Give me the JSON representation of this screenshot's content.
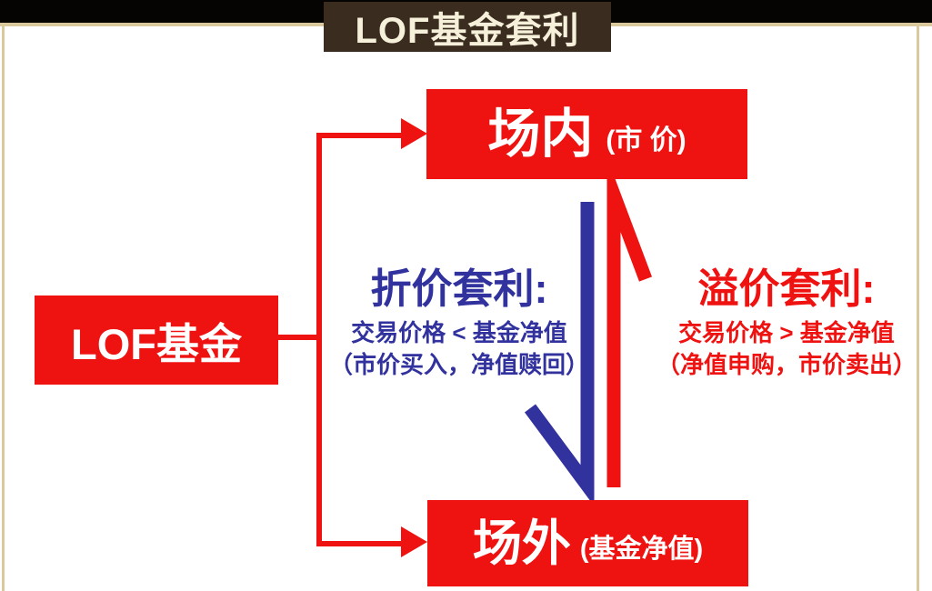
{
  "header": {
    "title": "LOF基金套利",
    "bar_color": "#050403",
    "title_bg": "#3a2c1f",
    "title_color": "#f6efda",
    "frame_line_color": "#d9c99c"
  },
  "nodes": {
    "lof": {
      "label": "LOF基金"
    },
    "onmarket": {
      "label": "场内",
      "sub": "(市 价)"
    },
    "offmarket": {
      "label": "场外",
      "sub": "(基金净值)"
    }
  },
  "annotations": {
    "discount": {
      "title": "折价套利:",
      "line1": "交易价格 < 基金净值",
      "line2": "（市价买入，净值赎回）",
      "color": "#32329e"
    },
    "premium": {
      "title": "溢价套利:",
      "line1": "交易价格 > 基金净值",
      "line2": "（净值申购，市价卖出）",
      "color": "#ee1311"
    }
  },
  "colors": {
    "node_red": "#ee1311",
    "arrow_down_blue": "#32329e",
    "arrow_up_red": "#ee1311",
    "node_text": "#ffffff"
  }
}
